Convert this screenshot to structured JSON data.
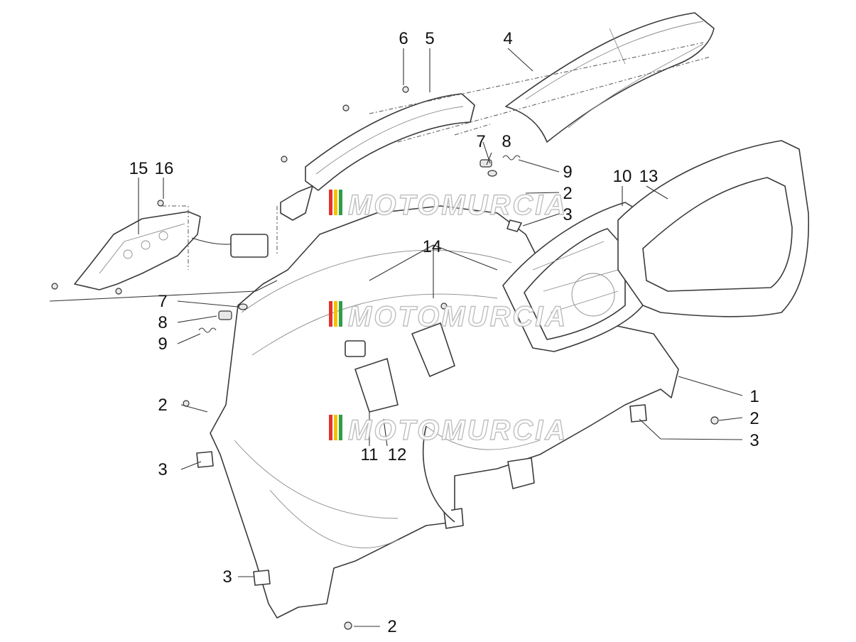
{
  "watermark": {
    "text": "MOTOMURCIA",
    "stripe_colors": [
      "#e5322d",
      "#f3c300",
      "#2f9e44"
    ]
  },
  "part_labels": {
    "l1": "1",
    "l2a": "2",
    "l2b": "2",
    "l2c": "2",
    "l2d": "2",
    "l3a": "3",
    "l3b": "3",
    "l3c": "3",
    "l3d": "3",
    "l4": "4",
    "l5": "5",
    "l6": "6",
    "l7a": "7",
    "l7b": "7",
    "l8a": "8",
    "l8b": "8",
    "l9a": "9",
    "l9b": "9",
    "l10": "10",
    "l11": "11",
    "l12": "12",
    "l13": "13",
    "l14": "14",
    "l15": "15",
    "l16": "16"
  }
}
